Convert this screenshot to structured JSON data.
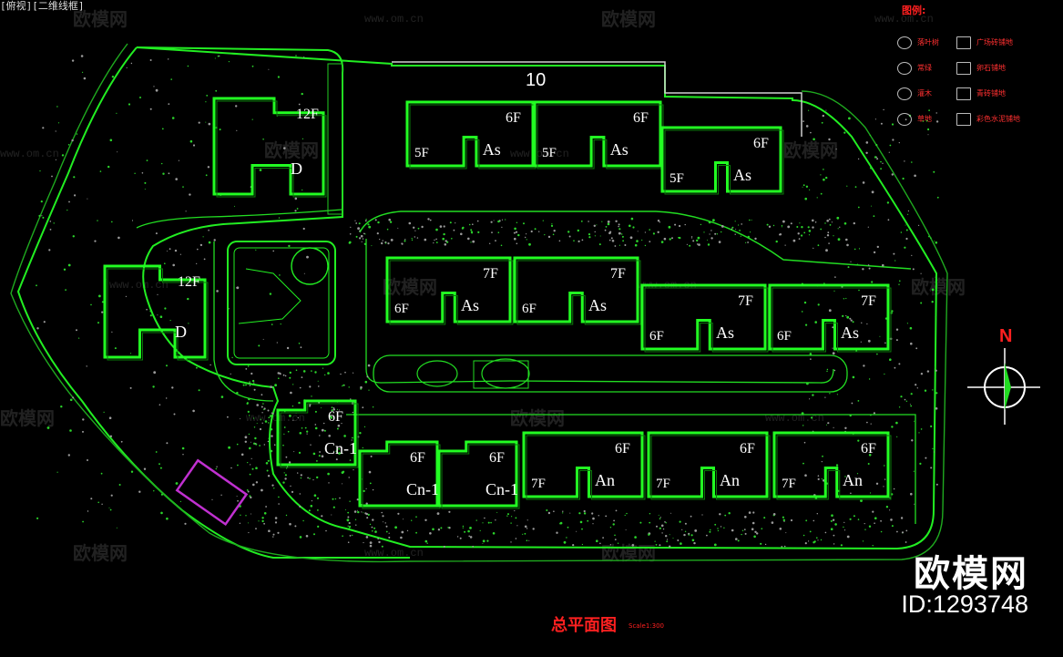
{
  "window": {
    "viewport_label": "[俯视][二维线框]"
  },
  "watermark": {
    "brand": "欧模网",
    "url": "www.om.cn"
  },
  "brand_footer": {
    "logo_text": "欧模网",
    "id_text": "ID:1293748"
  },
  "drawing": {
    "title": "总平面图",
    "scale": "Scale1:300",
    "north_label": "N",
    "site_number": "10"
  },
  "legend": {
    "title": "图例:",
    "items": [
      {
        "label": "落叶树",
        "icon": "deciduous-tree-icon"
      },
      {
        "label": "广场砖铺地",
        "icon": "plaza-paving-icon"
      },
      {
        "label": "常绿",
        "icon": "evergreen-icon"
      },
      {
        "label": "卵石铺地",
        "icon": "pebble-paving-icon"
      },
      {
        "label": "灌木",
        "icon": "shrub-icon"
      },
      {
        "label": "青砖铺地",
        "icon": "brick-paving-icon"
      },
      {
        "label": "草地",
        "icon": "lawn-icon"
      },
      {
        "label": "彩色水泥铺地",
        "icon": "color-cement-icon"
      }
    ]
  },
  "buildings": [
    {
      "floors": "12F",
      "type": "D"
    },
    {
      "floors": "12F",
      "type": "D"
    },
    {
      "floors": "6F",
      "sub_floors": "5F",
      "type": "As"
    },
    {
      "floors": "6F",
      "sub_floors": "5F",
      "type": "As"
    },
    {
      "floors": "6F",
      "sub_floors": "5F",
      "type": "As"
    },
    {
      "floors": "7F",
      "sub_floors": "6F",
      "type": "As"
    },
    {
      "floors": "7F",
      "sub_floors": "6F",
      "type": "As"
    },
    {
      "floors": "7F",
      "sub_floors": "6F",
      "type": "As"
    },
    {
      "floors": "7F",
      "sub_floors": "6F",
      "type": "As"
    },
    {
      "floors": "6F",
      "type": "Cn-1"
    },
    {
      "floors": "6F",
      "type": "Cn-1"
    },
    {
      "floors": "6F",
      "type": "Cn-1"
    },
    {
      "floors": "6F",
      "sub_floors": "7F",
      "type": "An"
    },
    {
      "floors": "6F",
      "sub_floors": "7F",
      "type": "An"
    },
    {
      "floors": "6F",
      "sub_floors": "7F",
      "type": "An"
    }
  ]
}
